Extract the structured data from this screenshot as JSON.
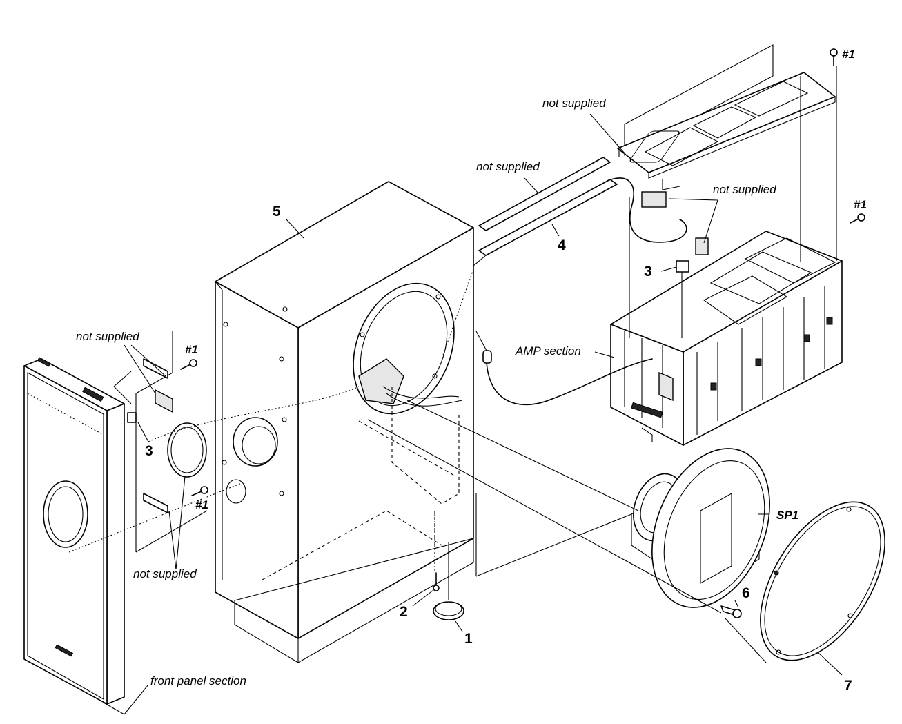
{
  "labels": {
    "part_1": "1",
    "part_2": "2",
    "part_3": "3",
    "part_4": "4",
    "part_5": "5",
    "part_6": "6",
    "part_7": "7",
    "sp1": "SP1",
    "screw_ref": "#1",
    "not_supplied": "not supplied",
    "amp_section": "AMP section",
    "front_panel_section": "front panel section"
  }
}
